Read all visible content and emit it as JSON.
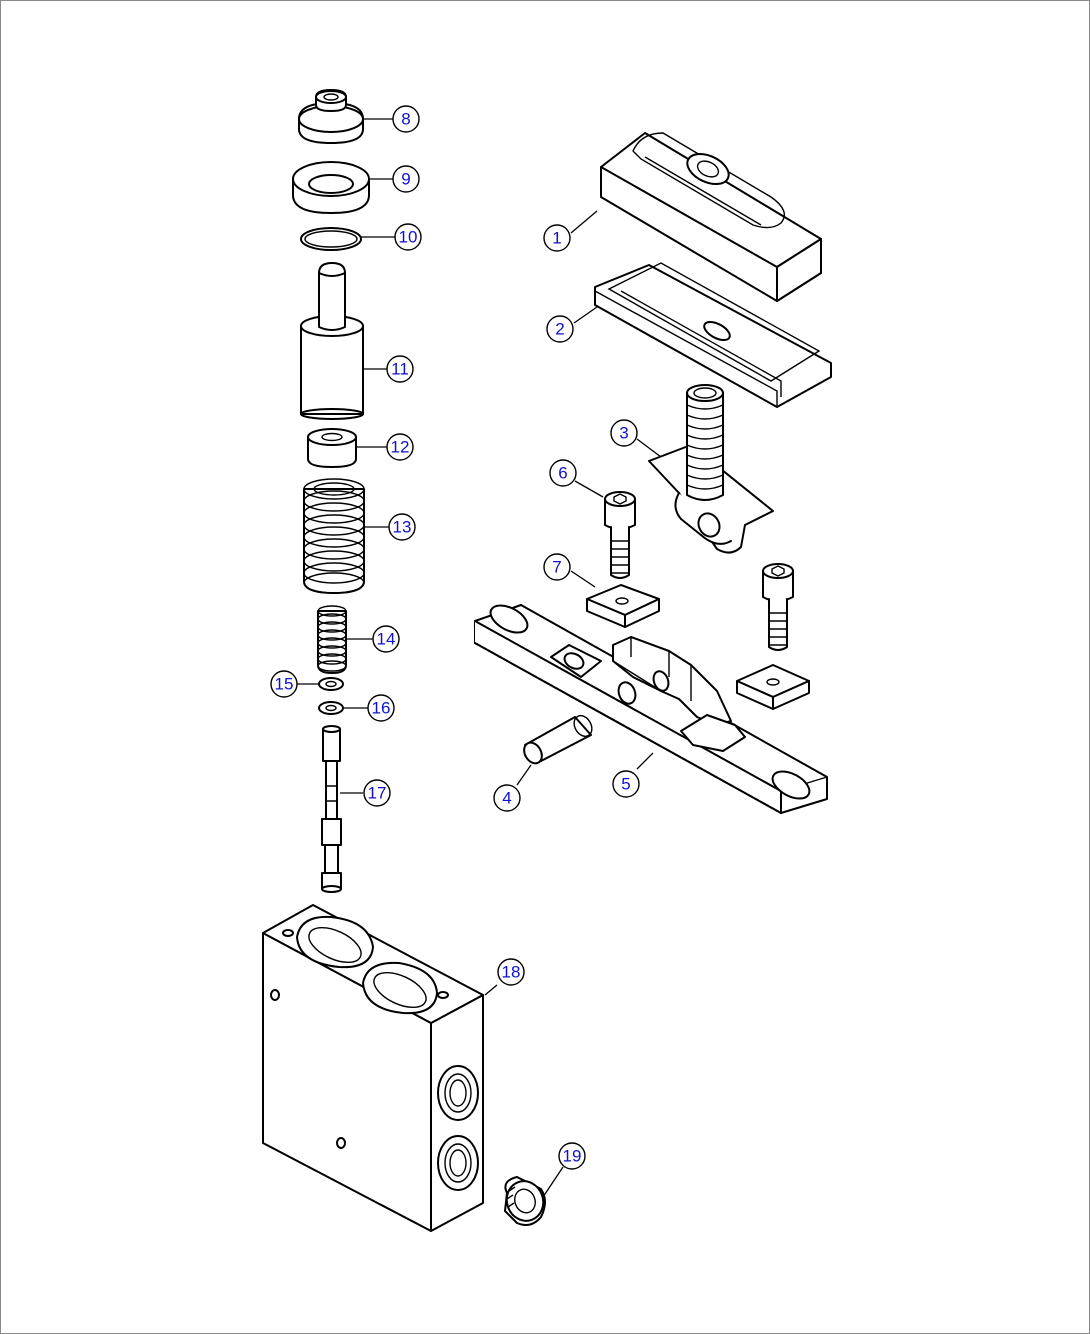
{
  "diagram": {
    "callout_color": "#1010d0",
    "callouts": [
      {
        "key": "c1",
        "label": "1"
      },
      {
        "key": "c2",
        "label": "2"
      },
      {
        "key": "c3",
        "label": "3"
      },
      {
        "key": "c4",
        "label": "4"
      },
      {
        "key": "c5",
        "label": "5"
      },
      {
        "key": "c6",
        "label": "6"
      },
      {
        "key": "c7",
        "label": "7"
      },
      {
        "key": "c8",
        "label": "8"
      },
      {
        "key": "c9",
        "label": "9"
      },
      {
        "key": "c10",
        "label": "10"
      },
      {
        "key": "c11",
        "label": "11"
      },
      {
        "key": "c12",
        "label": "12"
      },
      {
        "key": "c13",
        "label": "13"
      },
      {
        "key": "c14",
        "label": "14"
      },
      {
        "key": "c15",
        "label": "15"
      },
      {
        "key": "c16",
        "label": "16"
      },
      {
        "key": "c17",
        "label": "17"
      },
      {
        "key": "c18",
        "label": "18"
      },
      {
        "key": "c19",
        "label": "19"
      }
    ]
  }
}
